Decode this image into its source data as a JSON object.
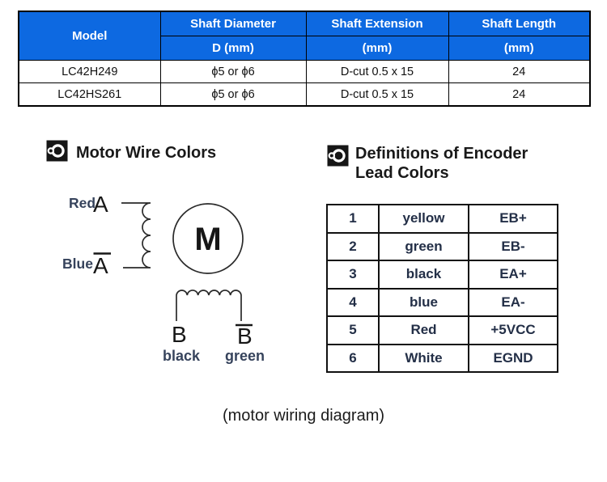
{
  "colors": {
    "header_blue": "#0d69e1",
    "header_text": "#ffffff",
    "wire_label": "#36435c",
    "encoder_text": "#232f47"
  },
  "spec_table": {
    "columns": [
      {
        "label": "Model",
        "sub": ""
      },
      {
        "label": "Shaft Diameter",
        "sub": "D (mm)"
      },
      {
        "label": "Shaft Extension",
        "sub": "(mm)"
      },
      {
        "label": "Shaft Length",
        "sub": "(mm)"
      }
    ],
    "rows": [
      [
        "LC42H249",
        "ϕ5 or ϕ6",
        "D-cut 0.5 x 15",
        "24"
      ],
      [
        "LC42HS261",
        "ϕ5 or ϕ6",
        "D-cut 0.5 x 15",
        "24"
      ]
    ]
  },
  "wire_section": {
    "title": "Motor Wire Colors",
    "motor_letter": "M",
    "phases": {
      "a": {
        "letter": "A",
        "wire_color": "Red"
      },
      "a_bar": {
        "letter": "A",
        "wire_color": "Blue"
      },
      "b": {
        "letter": "B",
        "wire_color": "black"
      },
      "b_bar": {
        "letter": "B",
        "wire_color": "green"
      }
    }
  },
  "encoder_section": {
    "title_line1": "Definitions of Encoder",
    "title_line2": "Lead Colors",
    "rows": [
      {
        "pin": "1",
        "lead_color": "yellow",
        "signal": "EB+"
      },
      {
        "pin": "2",
        "lead_color": "green",
        "signal": "EB-"
      },
      {
        "pin": "3",
        "lead_color": "black",
        "signal": "EA+"
      },
      {
        "pin": "4",
        "lead_color": "blue",
        "signal": "EA-"
      },
      {
        "pin": "5",
        "lead_color": "Red",
        "signal": "+5VCC"
      },
      {
        "pin": "6",
        "lead_color": "White",
        "signal": "EGND"
      }
    ]
  },
  "caption": "(motor wiring diagram)"
}
